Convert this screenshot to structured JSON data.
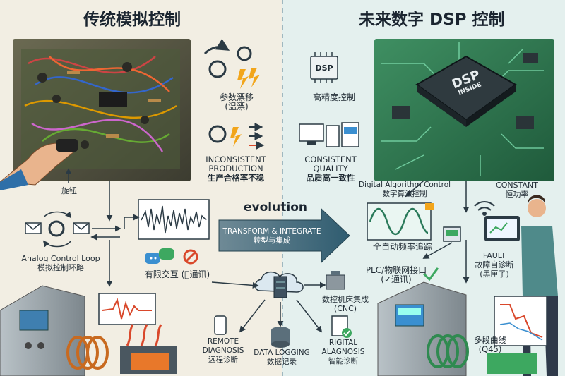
{
  "left": {
    "title": "传统模拟控制",
    "param_drift": [
      "参数漂移",
      "(温漂)"
    ],
    "inconsistent": [
      "INCONSISTENT",
      "PRODUCTION",
      "生产合格率不稳"
    ],
    "knob": "旋钮",
    "loop": [
      "Analog Control Loop",
      "模拟控制环路"
    ],
    "limited": "有限交互 (⃠通讯)"
  },
  "right": {
    "title": "未来数字 DSP 控制",
    "chip_label": "DSP",
    "chip_text": [
      "DSP",
      "INSIDE"
    ],
    "precision": "高精度控制",
    "consistent": [
      "CONSISTENT",
      "QUALITY",
      "品质高一致性"
    ],
    "algo": [
      "Digital Algorithm Control",
      "数字算法控制"
    ],
    "freq": "全自动频率追踪",
    "constant": [
      "CONSTANT",
      "恒功率"
    ],
    "fault": [
      "FAULT",
      "故障自诊断",
      "(黑匣子)"
    ],
    "plc": [
      "PLC/物联网接口",
      "(✓通讯)"
    ],
    "cnc": [
      "数控机床集成",
      "(CNC)"
    ],
    "multi": [
      "多段曲线",
      "(Q45)"
    ]
  },
  "center": {
    "evolution": "evolution",
    "transform": [
      "TRANSFORM & INTEGRATE",
      "转型与集成"
    ],
    "remote": [
      "REMOTE",
      "DIAGNOSIS",
      "远程诊断"
    ],
    "datalog": [
      "DATA LOGGING",
      "数据记录"
    ],
    "digital": [
      "RIGITAL",
      "ALAGNOSIS",
      "智能诊断"
    ]
  },
  "colors": {
    "arrow": "#3d6b80",
    "heat": "#d9482b",
    "chip": "#2f3a3f",
    "pcb": "#2f7a4f"
  }
}
